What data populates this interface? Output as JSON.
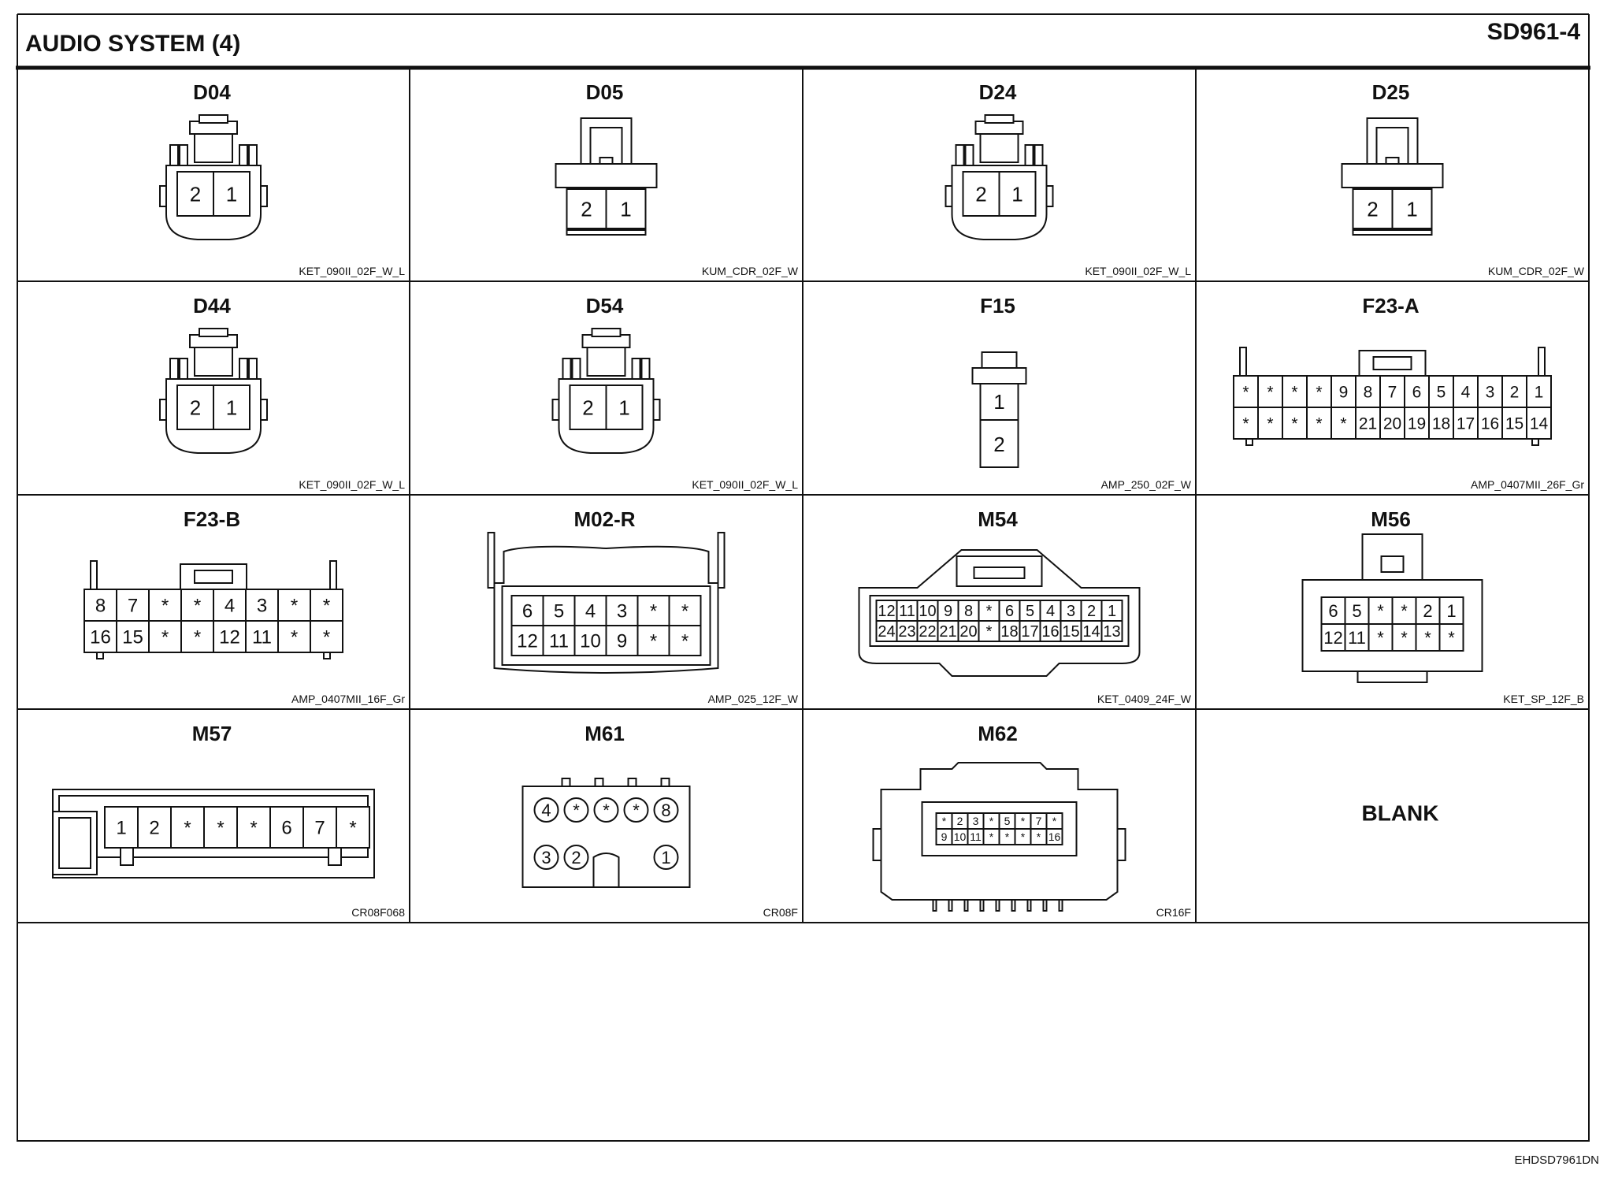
{
  "header": {
    "title": "AUDIO SYSTEM (4)",
    "page_code": "SD961-4"
  },
  "footer": {
    "doc_code": "EHDSD7961DN"
  },
  "connectors": [
    {
      "id": "d04",
      "label": "D04",
      "part": "KET_090II_02F_W_L",
      "style": "round2",
      "rows": [
        [
          "2",
          "1"
        ]
      ]
    },
    {
      "id": "d05",
      "label": "D05",
      "part": "KUM_CDR_02F_W",
      "style": "box2",
      "rows": [
        [
          "2",
          "1"
        ]
      ]
    },
    {
      "id": "d24",
      "label": "D24",
      "part": "KET_090II_02F_W_L",
      "style": "round2",
      "rows": [
        [
          "2",
          "1"
        ]
      ]
    },
    {
      "id": "d25",
      "label": "D25",
      "part": "KUM_CDR_02F_W",
      "style": "box2",
      "rows": [
        [
          "2",
          "1"
        ]
      ]
    },
    {
      "id": "d44",
      "label": "D44",
      "part": "KET_090II_02F_W_L",
      "style": "round2",
      "rows": [
        [
          "2",
          "1"
        ]
      ]
    },
    {
      "id": "d54",
      "label": "D54",
      "part": "KET_090II_02F_W_L",
      "style": "round2",
      "rows": [
        [
          "2",
          "1"
        ]
      ]
    },
    {
      "id": "f15",
      "label": "F15",
      "part": "AMP_250_02F_W",
      "style": "vert2",
      "rows": [
        [
          "1"
        ],
        [
          "2"
        ]
      ]
    },
    {
      "id": "f23a",
      "label": "F23-A",
      "part": "AMP_0407MII_26F_Gr",
      "style": "wide",
      "rows": [
        [
          "*",
          "*",
          "*",
          "*",
          "9",
          "8",
          "7",
          "6",
          "5",
          "4",
          "3",
          "2",
          "1"
        ],
        [
          "*",
          "*",
          "*",
          "*",
          "*",
          "21",
          "20",
          "19",
          "18",
          "17",
          "16",
          "15",
          "14"
        ]
      ]
    },
    {
      "id": "f23b",
      "label": "F23-B",
      "part": "AMP_0407MII_16F_Gr",
      "style": "wide",
      "rows": [
        [
          "8",
          "7",
          "*",
          "*",
          "4",
          "3",
          "*",
          "*"
        ],
        [
          "16",
          "15",
          "*",
          "*",
          "12",
          "11",
          "*",
          "*"
        ]
      ]
    },
    {
      "id": "m02r",
      "label": "M02-R",
      "part": "AMP_025_12F_W",
      "style": "hood",
      "rows": [
        [
          "6",
          "5",
          "4",
          "3",
          "*",
          "*"
        ],
        [
          "12",
          "11",
          "10",
          "9",
          "*",
          "*"
        ]
      ]
    },
    {
      "id": "m54",
      "label": "M54",
      "part": "KET_0409_24F_W",
      "style": "tower",
      "rows": [
        [
          "12",
          "11",
          "10",
          "9",
          "8",
          "*",
          "6",
          "5",
          "4",
          "3",
          "2",
          "1"
        ],
        [
          "24",
          "23",
          "22",
          "21",
          "20",
          "*",
          "18",
          "17",
          "16",
          "15",
          "14",
          "13"
        ]
      ]
    },
    {
      "id": "m56",
      "label": "M56",
      "part": "KET_SP_12F_B",
      "style": "tower-small",
      "rows": [
        [
          "6",
          "5",
          "*",
          "*",
          "2",
          "1"
        ],
        [
          "12",
          "11",
          "*",
          "*",
          "*",
          "*"
        ]
      ]
    },
    {
      "id": "m57",
      "label": "M57",
      "part": "CR08F068",
      "style": "flat",
      "rows": [
        [
          "1",
          "2",
          "*",
          "*",
          "*",
          "6",
          "7",
          "*"
        ]
      ]
    },
    {
      "id": "m61",
      "label": "M61",
      "part": "CR08F",
      "style": "circles",
      "rows": [
        [
          "4",
          "*",
          "*",
          "*",
          "8"
        ],
        [
          "3",
          "2",
          "",
          "",
          "1"
        ]
      ]
    },
    {
      "id": "m62",
      "label": "M62",
      "part": "CR16F",
      "style": "header",
      "rows": [
        [
          "*",
          "2",
          "3",
          "*",
          "5",
          "*",
          "7",
          "*"
        ],
        [
          "9",
          "10",
          "11",
          "*",
          "*",
          "*",
          "*",
          "16"
        ]
      ]
    },
    {
      "id": "blank",
      "label": "BLANK",
      "part": "",
      "style": "blank",
      "rows": []
    }
  ]
}
